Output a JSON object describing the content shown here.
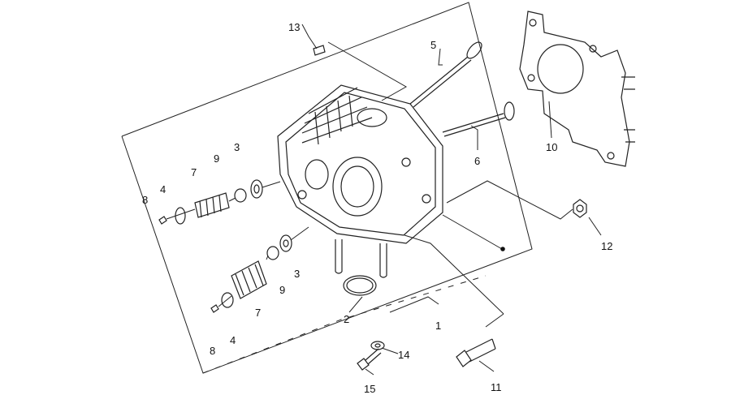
{
  "callouts": [
    {
      "id": "c1",
      "text": "1"
    },
    {
      "id": "c2",
      "text": "2"
    },
    {
      "id": "c3a",
      "text": "3"
    },
    {
      "id": "c3b",
      "text": "3"
    },
    {
      "id": "c4a",
      "text": "4"
    },
    {
      "id": "c4b",
      "text": "4"
    },
    {
      "id": "c5",
      "text": "5"
    },
    {
      "id": "c6",
      "text": "6"
    },
    {
      "id": "c7a",
      "text": "7"
    },
    {
      "id": "c7b",
      "text": "7"
    },
    {
      "id": "c8a",
      "text": "8"
    },
    {
      "id": "c8b",
      "text": "8"
    },
    {
      "id": "c9a",
      "text": "9"
    },
    {
      "id": "c9b",
      "text": "9"
    },
    {
      "id": "c10",
      "text": "10"
    },
    {
      "id": "c11",
      "text": "11"
    },
    {
      "id": "c12",
      "text": "12"
    },
    {
      "id": "c13",
      "text": "13"
    },
    {
      "id": "c14",
      "text": "14"
    },
    {
      "id": "c15",
      "text": "15"
    }
  ],
  "colors": {
    "line": "#222222",
    "background": "#ffffff"
  }
}
